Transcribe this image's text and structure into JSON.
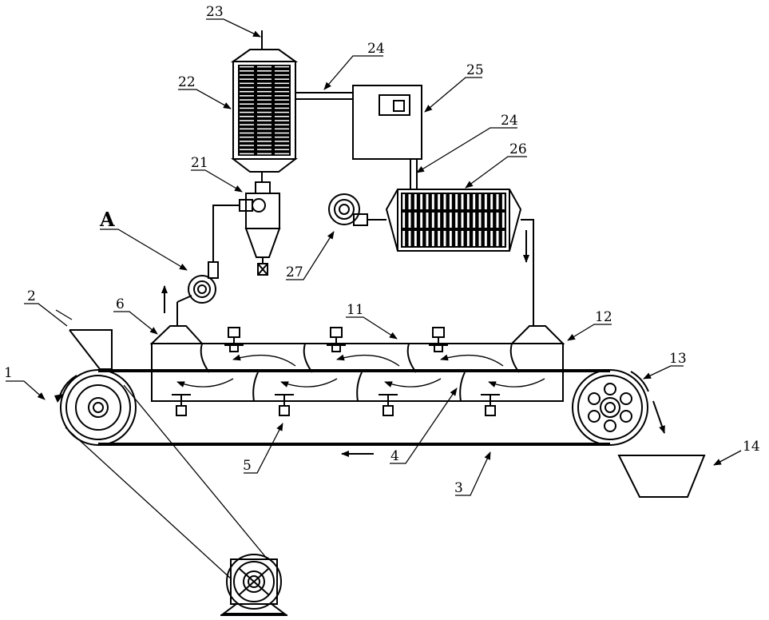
{
  "labels": {
    "l1": "1",
    "l2": "2",
    "l3": "3",
    "l4": "4",
    "l5": "5",
    "l6": "6",
    "l11": "11",
    "l12": "12",
    "l13": "13",
    "l14": "14",
    "l21": "21",
    "l22": "22",
    "l23": "23",
    "l24a": "24",
    "l24b": "24",
    "l25": "25",
    "l26": "26",
    "l27": "27",
    "lA": "A"
  }
}
